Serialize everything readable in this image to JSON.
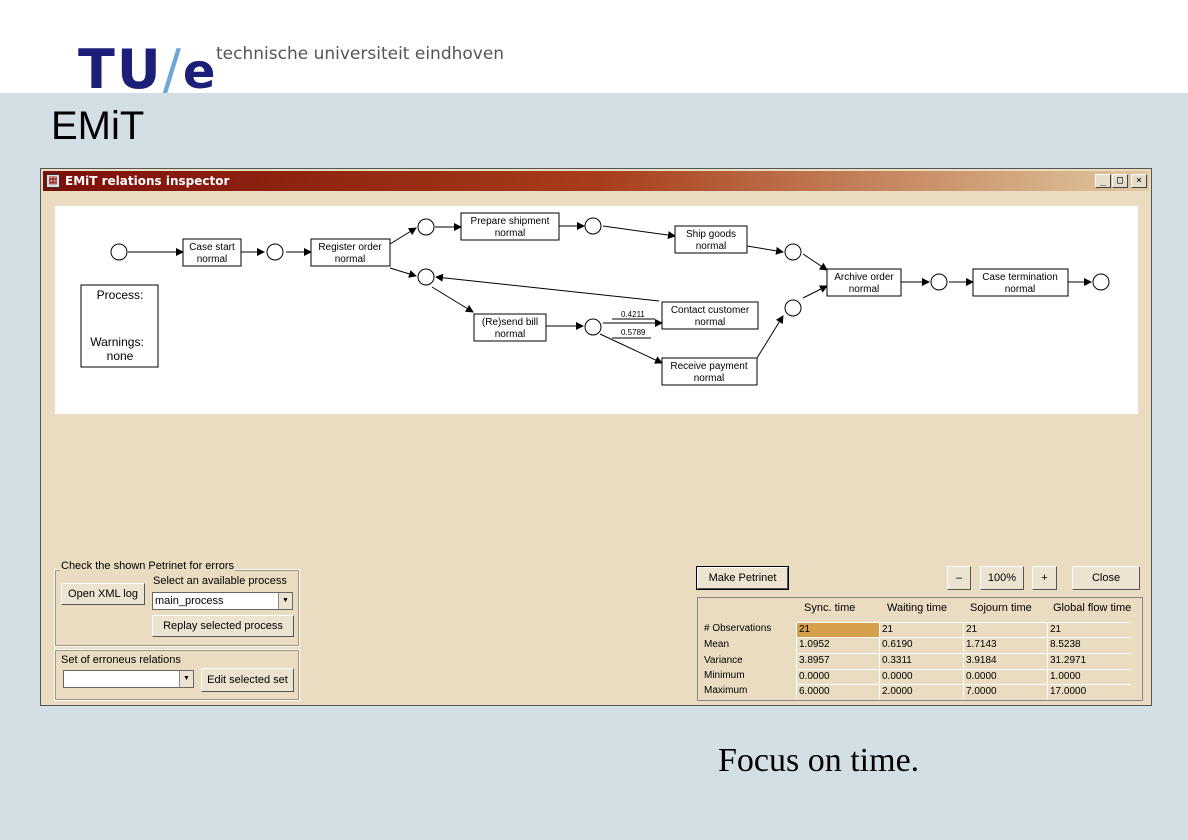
{
  "slide": {
    "logo": {
      "part1": "TU",
      "slash": "/",
      "part2": "e"
    },
    "tagline": "technische universiteit eindhoven",
    "title": "EMiT",
    "caption": "Focus on time."
  },
  "window": {
    "title": "EMiT relations inspector",
    "controls": {
      "minimize": "_",
      "maximize": "□",
      "close": "×"
    }
  },
  "petrinet": {
    "transitions": {
      "case_start": [
        "Case start",
        "normal"
      ],
      "register_order": [
        "Register order",
        "normal"
      ],
      "prepare_shipment": [
        "Prepare shipment",
        "normal"
      ],
      "ship_goods": [
        "Ship goods",
        "normal"
      ],
      "archive_order": [
        "Archive order",
        "normal"
      ],
      "case_termination": [
        "Case termination",
        "normal"
      ],
      "resend_bill": [
        "(Re)send bill",
        "normal"
      ],
      "contact_customer": [
        "Contact customer",
        "normal"
      ],
      "receive_payment": [
        "Receive payment",
        "normal"
      ]
    },
    "probabilities": {
      "upper": "0.4211",
      "lower": "0.5789"
    },
    "info_box": {
      "process_label": "Process:",
      "warnings_label": "Warnings:",
      "warnings_value": "none"
    }
  },
  "check_group": {
    "legend": "Check the shown Petrinet for errors",
    "open_xml_button": "Open XML log",
    "select_label": "Select an available process",
    "selected_process": "main_process",
    "replay_button": "Replay selected process"
  },
  "erroneus_group": {
    "legend": "Set of erroneus relations",
    "selected_set": "",
    "edit_button": "Edit selected set"
  },
  "toolbar": {
    "make_petrinet": "Make Petrinet",
    "zoom_out": "–",
    "zoom_level": "100%",
    "zoom_in": "+",
    "close": "Close"
  },
  "stats": {
    "columns": [
      "Sync. time",
      "Waiting time",
      "Sojourn time",
      "Global flow time"
    ],
    "rows": [
      {
        "label": "# Observations",
        "values": [
          "21",
          "21",
          "21",
          "21"
        ]
      },
      {
        "label": "Mean",
        "values": [
          "1.0952",
          "0.6190",
          "1.7143",
          "8.5238"
        ]
      },
      {
        "label": "Variance",
        "values": [
          "3.8957",
          "0.3311",
          "3.9184",
          "31.2971"
        ]
      },
      {
        "label": "Minimum",
        "values": [
          "0.0000",
          "0.0000",
          "0.0000",
          "1.0000"
        ]
      },
      {
        "label": "Maximum",
        "values": [
          "6.0000",
          "2.0000",
          "7.0000",
          "17.0000"
        ]
      }
    ]
  }
}
